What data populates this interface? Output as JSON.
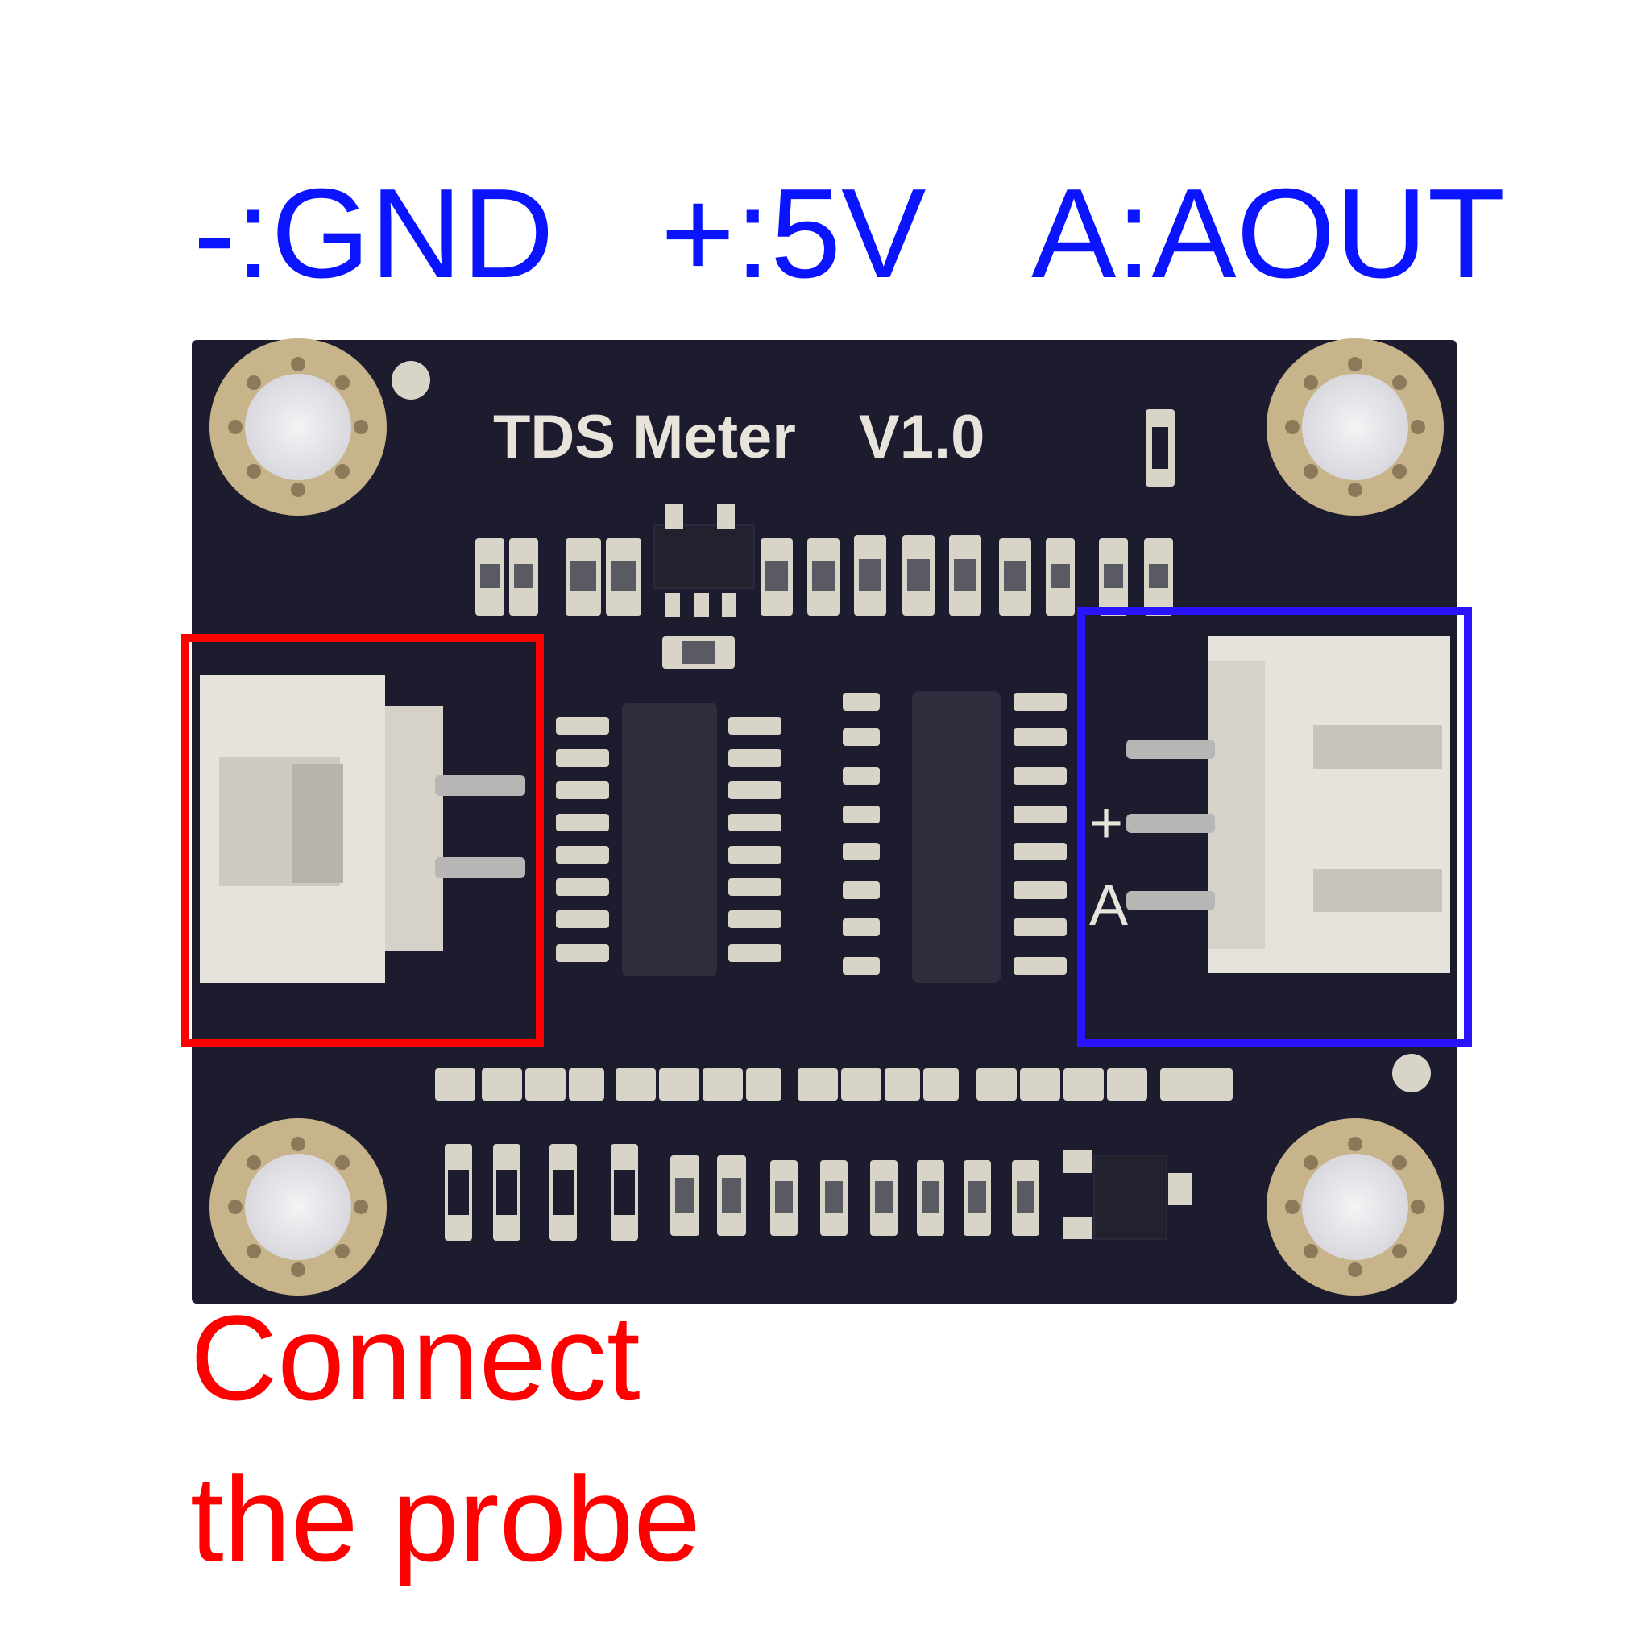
{
  "pin_labels": {
    "gnd": "-:GND",
    "vcc": "+:5V",
    "aout": "A:AOUT"
  },
  "board": {
    "silkscreen_title": "TDS Meter",
    "silkscreen_version": "V1.0",
    "output_pin_plus": "+",
    "output_pin_a": "A"
  },
  "caption": {
    "line1": "Connect",
    "line2": "the probe"
  },
  "colors": {
    "label_blue": "#0a14ff",
    "probe_red": "#ff0000",
    "pcb": "#1c1c2e",
    "silkscreen": "#e8e4dc",
    "pad_gold": "#c8b48a",
    "connector": "#e6e2dc"
  }
}
